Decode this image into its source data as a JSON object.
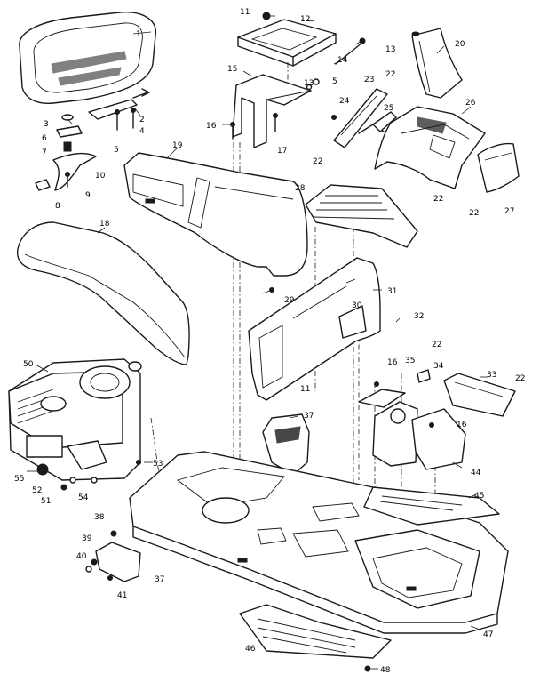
{
  "diagram": {
    "style": "exploded-parts-line-art",
    "colors": {
      "ink": "#1a1a1a",
      "paper": "#ffffff",
      "shade": "#8a8a8a"
    },
    "callouts": [
      {
        "id": "c1",
        "label": "1"
      },
      {
        "id": "c2",
        "label": "2"
      },
      {
        "id": "c3",
        "label": "3"
      },
      {
        "id": "c4",
        "label": "4"
      },
      {
        "id": "c5a",
        "label": "5"
      },
      {
        "id": "c5b",
        "label": "5"
      },
      {
        "id": "c6",
        "label": "6"
      },
      {
        "id": "c7",
        "label": "7"
      },
      {
        "id": "c8",
        "label": "8"
      },
      {
        "id": "c9",
        "label": "9"
      },
      {
        "id": "c10",
        "label": "10"
      },
      {
        "id": "c11a",
        "label": "11"
      },
      {
        "id": "c11b",
        "label": "11"
      },
      {
        "id": "c12",
        "label": "12"
      },
      {
        "id": "c13a",
        "label": "13"
      },
      {
        "id": "c13b",
        "label": "13"
      },
      {
        "id": "c14",
        "label": "14"
      },
      {
        "id": "c15",
        "label": "15"
      },
      {
        "id": "c16a",
        "label": "16"
      },
      {
        "id": "c16b",
        "label": "16"
      },
      {
        "id": "c16c",
        "label": "16"
      },
      {
        "id": "c17",
        "label": "17"
      },
      {
        "id": "c18",
        "label": "18"
      },
      {
        "id": "c19",
        "label": "19"
      },
      {
        "id": "c20",
        "label": "20"
      },
      {
        "id": "c22a",
        "label": "22"
      },
      {
        "id": "c22b",
        "label": "22"
      },
      {
        "id": "c22c",
        "label": "22"
      },
      {
        "id": "c22d",
        "label": "22"
      },
      {
        "id": "c22e",
        "label": "22"
      },
      {
        "id": "c22f",
        "label": "22"
      },
      {
        "id": "c23",
        "label": "23"
      },
      {
        "id": "c24",
        "label": "24"
      },
      {
        "id": "c25",
        "label": "25"
      },
      {
        "id": "c26",
        "label": "26"
      },
      {
        "id": "c27",
        "label": "27"
      },
      {
        "id": "c28",
        "label": "28"
      },
      {
        "id": "c29",
        "label": "29"
      },
      {
        "id": "c30",
        "label": "30"
      },
      {
        "id": "c31",
        "label": "31"
      },
      {
        "id": "c32",
        "label": "32"
      },
      {
        "id": "c33",
        "label": "33"
      },
      {
        "id": "c34",
        "label": "34"
      },
      {
        "id": "c35",
        "label": "35"
      },
      {
        "id": "c37a",
        "label": "37"
      },
      {
        "id": "c37b",
        "label": "37"
      },
      {
        "id": "c38",
        "label": "38"
      },
      {
        "id": "c39",
        "label": "39"
      },
      {
        "id": "c40",
        "label": "40"
      },
      {
        "id": "c41",
        "label": "41"
      },
      {
        "id": "c44",
        "label": "44"
      },
      {
        "id": "c45",
        "label": "45"
      },
      {
        "id": "c46",
        "label": "46"
      },
      {
        "id": "c47",
        "label": "47"
      },
      {
        "id": "c48",
        "label": "48"
      },
      {
        "id": "c50",
        "label": "50"
      },
      {
        "id": "c51",
        "label": "51"
      },
      {
        "id": "c52",
        "label": "52"
      },
      {
        "id": "c53",
        "label": "53"
      },
      {
        "id": "c54",
        "label": "54"
      },
      {
        "id": "c55",
        "label": "55"
      }
    ]
  }
}
